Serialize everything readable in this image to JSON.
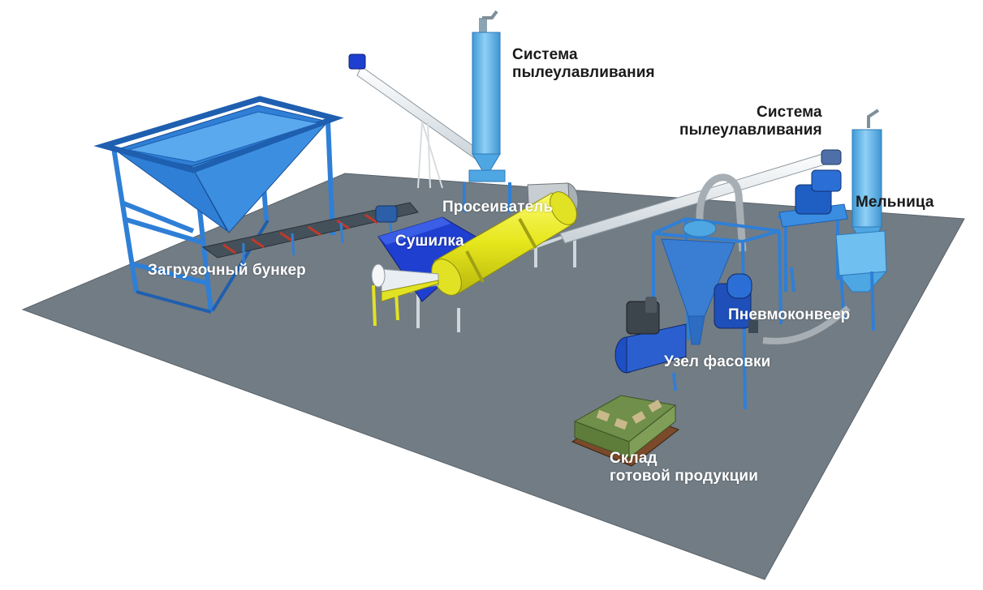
{
  "labels": {
    "dust_top": {
      "line1": "Система",
      "line2": "пылеулавливания"
    },
    "dust_right": {
      "line1": "Система",
      "line2": "пылеулавливания"
    },
    "mill": "Мельница",
    "sifter": "Просеиватель",
    "dryer": "Сушилка",
    "hopper": "Загрузочный бункер",
    "pneumo": "Пневмоконвеер",
    "packing": "Узел фасовки",
    "warehouse": {
      "line1": "Склад",
      "line2": "готовой  продукции"
    }
  },
  "colors": {
    "floor": "#727c84",
    "frame_blue": "#2f7fd6",
    "frame_dark": "#1e5fb0",
    "cyclone_blue": "#5fb6ec",
    "dryer_yellow": "#ecec22",
    "hopper_blue": "#1f3fd0",
    "pipe_white": "#f0f4f6",
    "pallet_green": "#6f8f4a"
  }
}
